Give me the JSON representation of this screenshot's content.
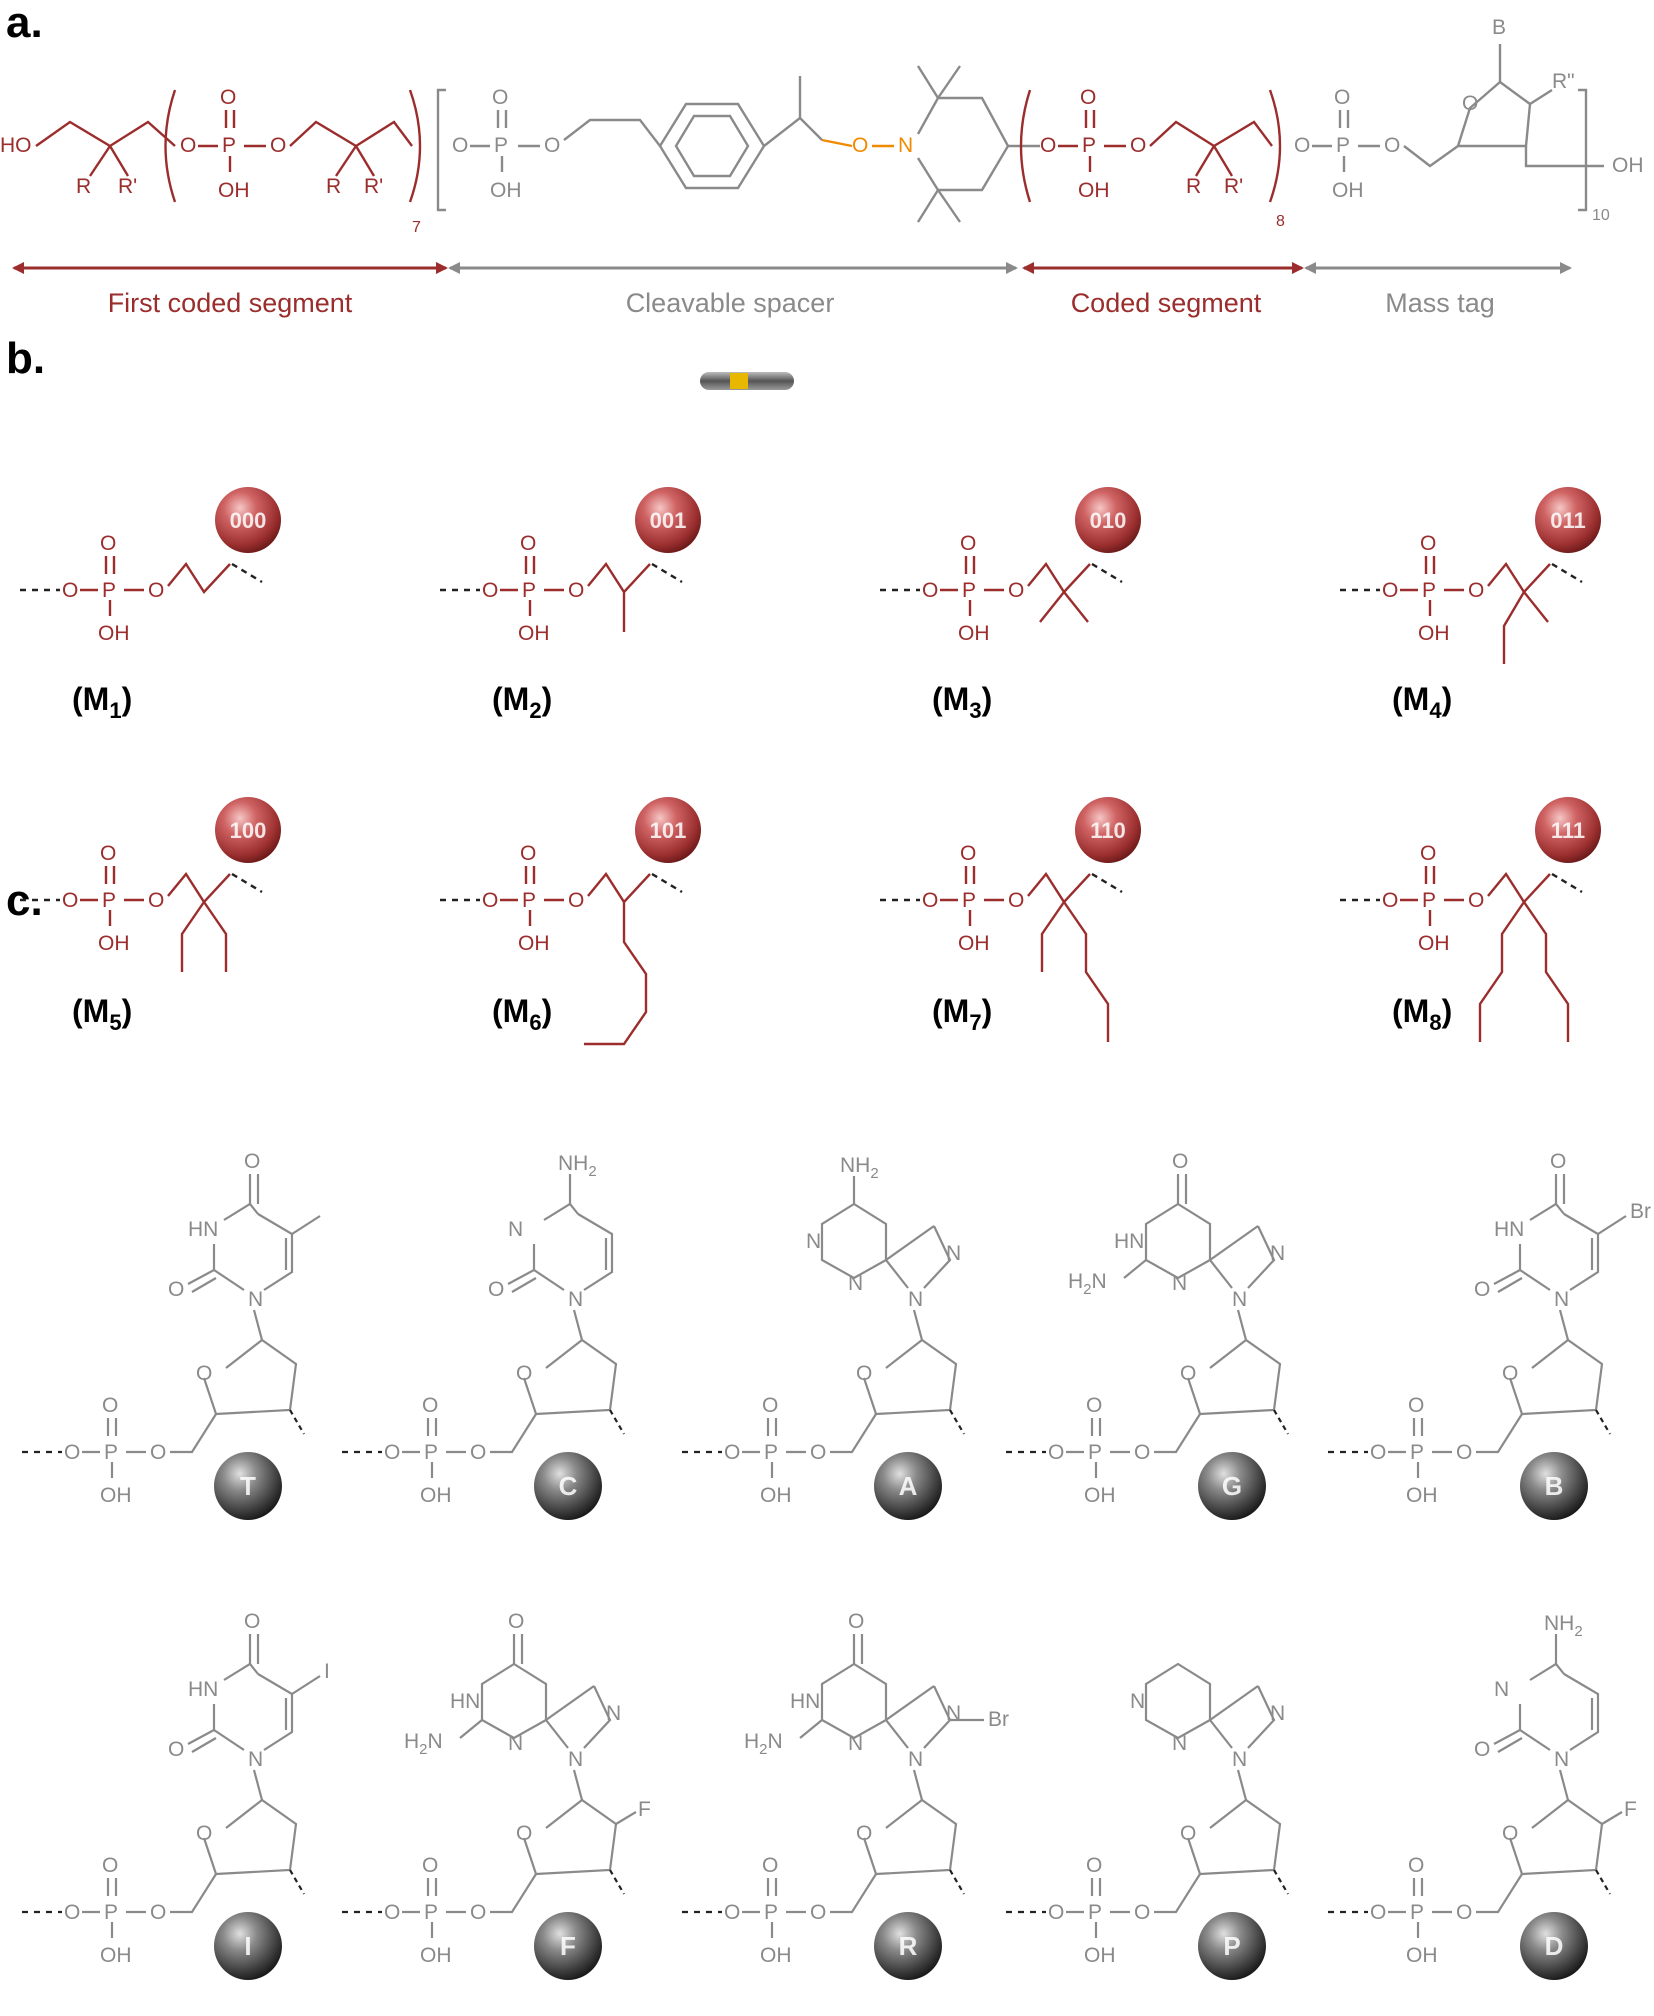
{
  "panels": {
    "a": "a.",
    "b": "b.",
    "c": "c."
  },
  "colors": {
    "coded": "#9b2d2d",
    "spacer": "#8a8a8a",
    "cleavable": "#f08a00"
  },
  "panel_a": {
    "atoms": {
      "ho": "HO",
      "r": "R",
      "rp": "R'",
      "o": "O",
      "p": "P",
      "oh": "OH",
      "n": "N",
      "b": "B",
      "rpp": "R\"",
      "n7": "7",
      "n8": "8",
      "n10": "10"
    },
    "segments": {
      "first_coded": "First coded segment",
      "spacer": "Cleavable spacer",
      "coded": "Coded segment",
      "mass_tag": "Mass tag"
    }
  },
  "panel_b": {
    "monomers": [
      {
        "label": "M",
        "sub": "1",
        "code": "000"
      },
      {
        "label": "M",
        "sub": "2",
        "code": "001"
      },
      {
        "label": "M",
        "sub": "3",
        "code": "010"
      },
      {
        "label": "M",
        "sub": "4",
        "code": "011"
      },
      {
        "label": "M",
        "sub": "5",
        "code": "100"
      },
      {
        "label": "M",
        "sub": "6",
        "code": "101"
      },
      {
        "label": "M",
        "sub": "7",
        "code": "110"
      },
      {
        "label": "M",
        "sub": "8",
        "code": "111"
      }
    ]
  },
  "panel_c": {
    "atoms": {
      "o": "O",
      "p": "P",
      "oh": "OH",
      "hn": "HN",
      "n": "N",
      "nh2": "NH",
      "h2n": "H",
      "two": "2",
      "br": "Br",
      "i": "I",
      "f": "F"
    },
    "nucleotides": [
      {
        "letter": "T"
      },
      {
        "letter": "C"
      },
      {
        "letter": "A"
      },
      {
        "letter": "G"
      },
      {
        "letter": "B"
      },
      {
        "letter": "I"
      },
      {
        "letter": "F"
      },
      {
        "letter": "R"
      },
      {
        "letter": "P"
      },
      {
        "letter": "D"
      }
    ]
  }
}
